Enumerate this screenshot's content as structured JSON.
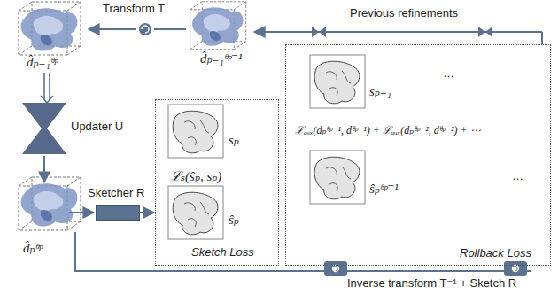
{
  "diagram": {
    "nodes": [
      {
        "text": [
          "Transform T"
        ]
      },
      {
        "text": [
          "Updater U"
        ]
      },
      {
        "text": [
          "Sketcher R"
        ]
      },
      {
        "text": [
          "ℒₛ(ŝₚ, sₚ)",
          "Sketch Loss"
        ]
      },
      {
        "text": [
          "ℒₐᵤₓ(dₚᶿᵖ⁻¹, dᶿᵖ⁻¹) + ℒₐᵤₓ(dₚᶿᵖ⁻², dᶿᵖ⁻²) + ⋯",
          "Rollback Loss"
        ]
      }
    ],
    "edges": [
      {
        "from": 2,
        "to": 3,
        "arrow": "to"
      }
    ],
    "labels": [
      "d̂ₚ₋₁ᶿᵖ",
      "d̂ₚ₋₁ᶿᵖ⁻¹",
      "Previous refinements",
      "sₚ",
      "ŝₚ",
      "d̂ₚᶿᵖ",
      "sₚ₋₁",
      "ŝₚᶿᵖ⁻¹",
      "…",
      "…",
      "Inverse transform T⁻¹ + Sketch R"
    ]
  }
}
